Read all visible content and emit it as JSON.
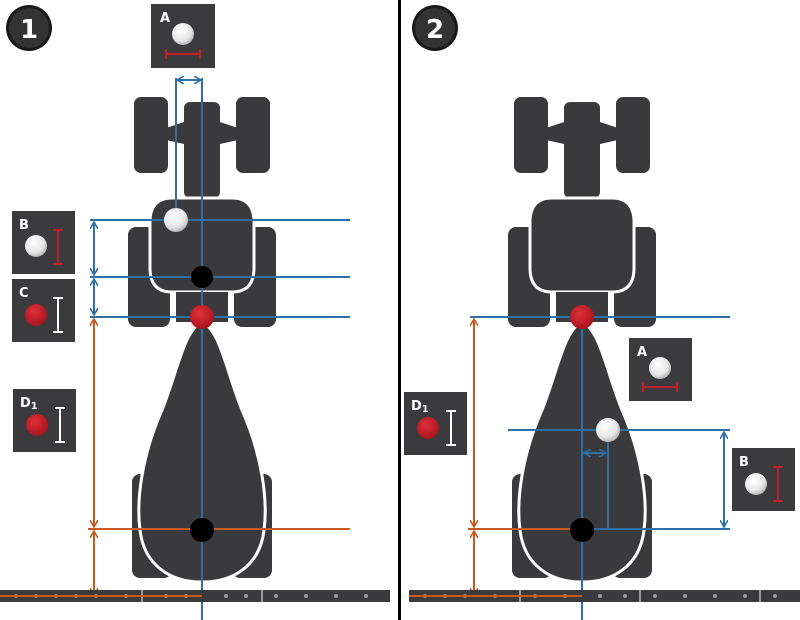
{
  "colors": {
    "vehicle": "#3a3a3c",
    "outline": "#ffffff",
    "blue_line": "#2f6fa8",
    "orange_line": "#c85a1f",
    "red_dot": "#c0202a",
    "black_dot": "#000000",
    "icon_bg": "#3b3b3d",
    "divider": "#000000"
  },
  "panels": [
    {
      "number": "1",
      "labels": {
        "A": "A",
        "B": "B",
        "C": "C",
        "D1": "D",
        "D1_sub": "1"
      }
    },
    {
      "number": "2",
      "labels": {
        "A": "A",
        "B": "B",
        "D1": "D",
        "D1_sub": "1"
      }
    }
  ],
  "icons": {
    "A_icon": "ball-with-horizontal-width-bar",
    "B_icon": "ball-with-vertical-height-bar-red",
    "C_icon": "red-ball-with-vertical-bar-white",
    "D1_icon": "red-ball-with-vertical-bar-white"
  }
}
